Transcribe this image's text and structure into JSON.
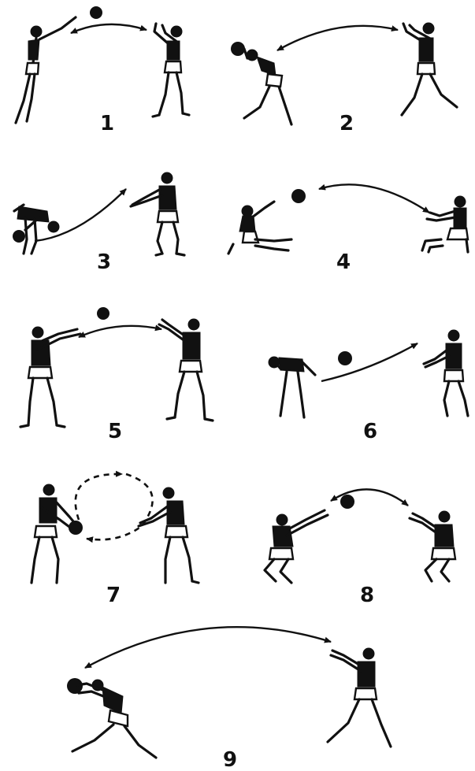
{
  "exercises": [
    {
      "number": "1"
    },
    {
      "number": "2"
    },
    {
      "number": "3"
    },
    {
      "number": "4"
    },
    {
      "number": "5"
    },
    {
      "number": "6"
    },
    {
      "number": "7"
    },
    {
      "number": "8"
    },
    {
      "number": "9"
    }
  ],
  "colors": {
    "ink": "#111111",
    "paper": "#ffffff"
  },
  "icons": [
    "player-figure",
    "ball",
    "trajectory-arrow"
  ]
}
